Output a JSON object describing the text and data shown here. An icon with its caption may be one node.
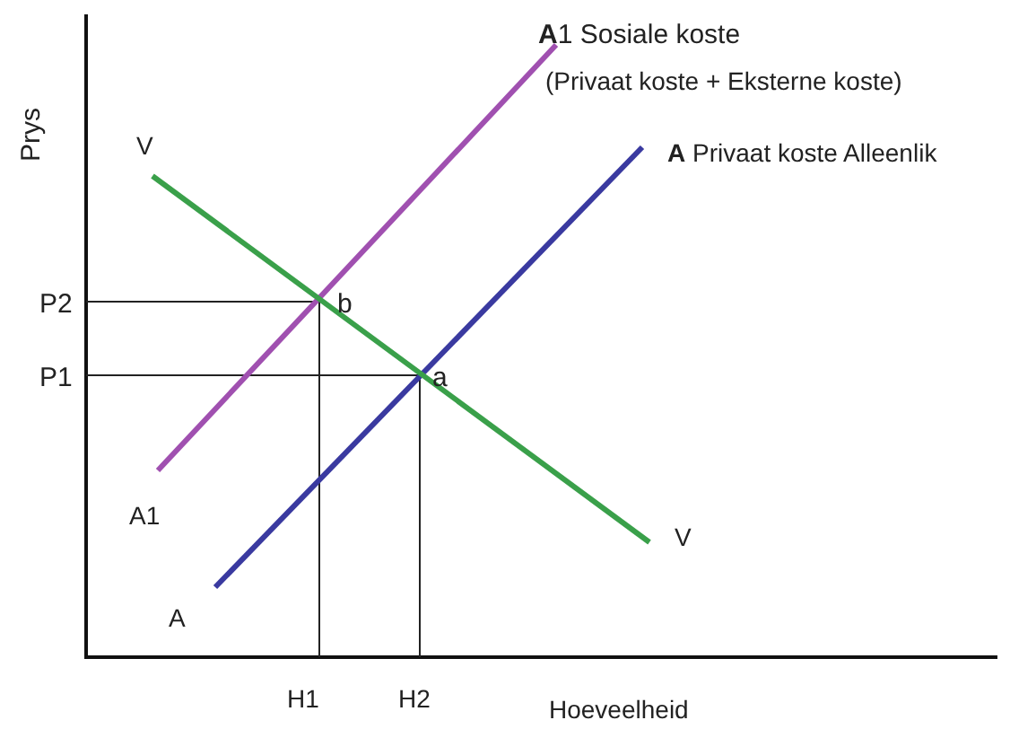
{
  "diagram": {
    "labels": [
      "**A**1  Sosiale koste",
      "(Privaat koste + Eksterne koste)",
      "Prys",
      "V",
      "**A**  Privaat koste Alleenlik",
      "P2",
      "b",
      "P1",
      "a",
      "A1",
      "V",
      "A",
      "H1",
      "H2",
      "Hoeveelheid"
    ]
  }
}
